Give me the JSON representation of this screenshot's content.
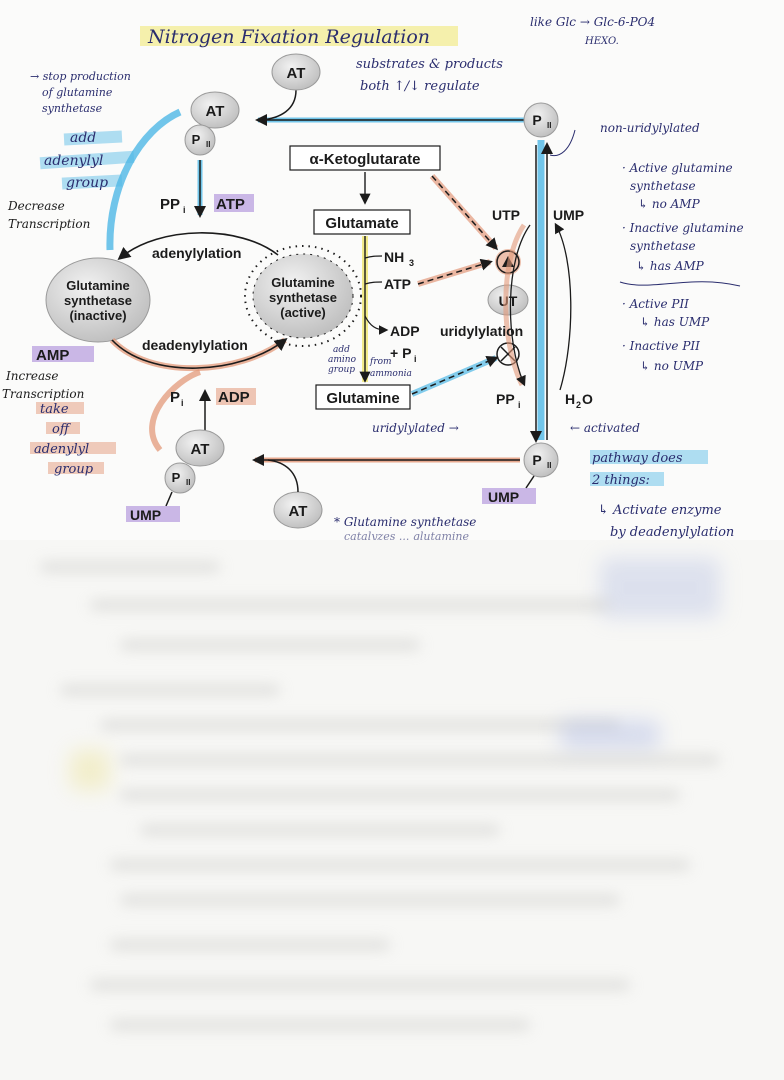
{
  "title": "Nitrogen Fixation Regulation",
  "colors": {
    "blue": "#4fb8e6",
    "salmon": "#e3997a",
    "purple": "#a27fd6",
    "yellow": "#f2eb8a",
    "node": "#d7d7d7",
    "ink": "#1b1b1b",
    "note": "#2a2d6e"
  },
  "notes": {
    "top_right_1": "like Glc → Glc-6-PO4",
    "top_right_2": "HEXO.",
    "substrates_1": "substrates & products",
    "substrates_2": "both ↑/↓ regulate",
    "stop_1": "→ stop production",
    "stop_2": "of glutamine",
    "stop_3": "synthetase",
    "add_1": "add",
    "add_2": "adenylyl",
    "add_3": "group",
    "decrease_1": "Decrease",
    "decrease_2": "Transcription",
    "non_uridylylated": "non-uridylylated",
    "active_gs_1": "· Active glutamine",
    "active_gs_2": "synthetase",
    "active_gs_3": "↳ no AMP",
    "inactive_gs_1": "· Inactive glutamine",
    "inactive_gs_2": "synthetase",
    "inactive_gs_3": "↳ has AMP",
    "active_pii_1": "· Active PII",
    "active_pii_2": "↳ has UMP",
    "inactive_pii_1": "· Inactive PII",
    "inactive_pii_2": "↳ no UMP",
    "increase_1": "Increase",
    "increase_2": "Transcription",
    "take_1": "take",
    "take_2": "off",
    "take_3": "adenylyl",
    "take_4": "group",
    "add_amino_1": "add",
    "add_amino_2": "amino",
    "add_amino_3": "group",
    "from_ammonia_1": "from",
    "from_ammonia_2": "ammonia",
    "uridylylated": "uridylylated →",
    "activated": "← activated",
    "pathway_1": "pathway does",
    "pathway_2": "2 things:",
    "activate_1": "↳ Activate enzyme",
    "activate_2": "by deadenylylation",
    "bottom_note_1": "* Glutamine synthetase",
    "bottom_note_2": "catalyzes ... glutamine"
  },
  "diagram": {
    "at_top": "AT",
    "at_left": "AT",
    "pii_left_top": "P",
    "pii_sub": "II",
    "ppi": "PP",
    "ppi_sub": "i",
    "atp_left": "ATP",
    "adenylylation": "adenylylation",
    "gs_inactive_1": "Glutamine",
    "gs_inactive_2": "synthetase",
    "gs_inactive_3": "(inactive)",
    "gs_active_1": "Glutamine",
    "gs_active_2": "synthetase",
    "gs_active_3": "(active)",
    "deadenylylation": "deadenylylation",
    "amp": "AMP",
    "pi_left": "P",
    "pi_sub": "i",
    "adp_left": "ADP",
    "at_bottom_left": "AT",
    "pii_bottom_left": "P",
    "ump_bottom_left": "UMP",
    "at_bottom": "AT",
    "alpha_kg": "α-Ketoglutarate",
    "glutamate": "Glutamate",
    "nh3": "NH",
    "nh3_sub": "3",
    "atp_mid": "ATP",
    "adp_mid": "ADP",
    "plus_pi": "+ P",
    "glutamine": "Glutamine",
    "pii_top_right": "P",
    "utp": "UTP",
    "ump_right": "UMP",
    "ut": "UT",
    "uridylylation": "uridylylation",
    "ppi_right": "PP",
    "h2o": "H",
    "h2o_sub": "2",
    "h2o_o": "O",
    "pii_bottom_right": "P",
    "ump_bottom_right": "UMP"
  }
}
